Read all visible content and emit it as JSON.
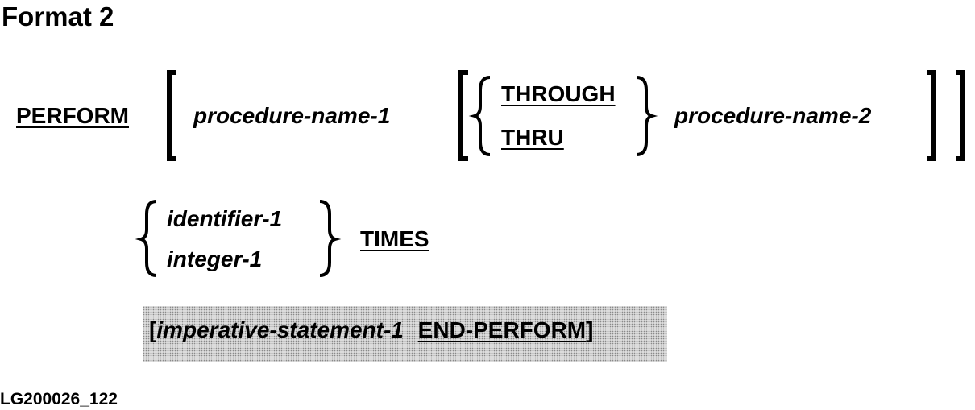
{
  "title": "Format 2",
  "syntax": {
    "verb": "PERFORM",
    "procedure_name_1": "procedure-name-1",
    "through": "THROUGH",
    "thru": "THRU",
    "procedure_name_2": "procedure-name-2",
    "identifier_1": "identifier-1",
    "integer_1": "integer-1",
    "times": "TIMES",
    "open_bracket": "[",
    "imperative_statement_1": "imperative-statement-1",
    "end_perform": "END-PERFORM",
    "close_bracket": "]"
  },
  "figure_code": "LG200026_122"
}
